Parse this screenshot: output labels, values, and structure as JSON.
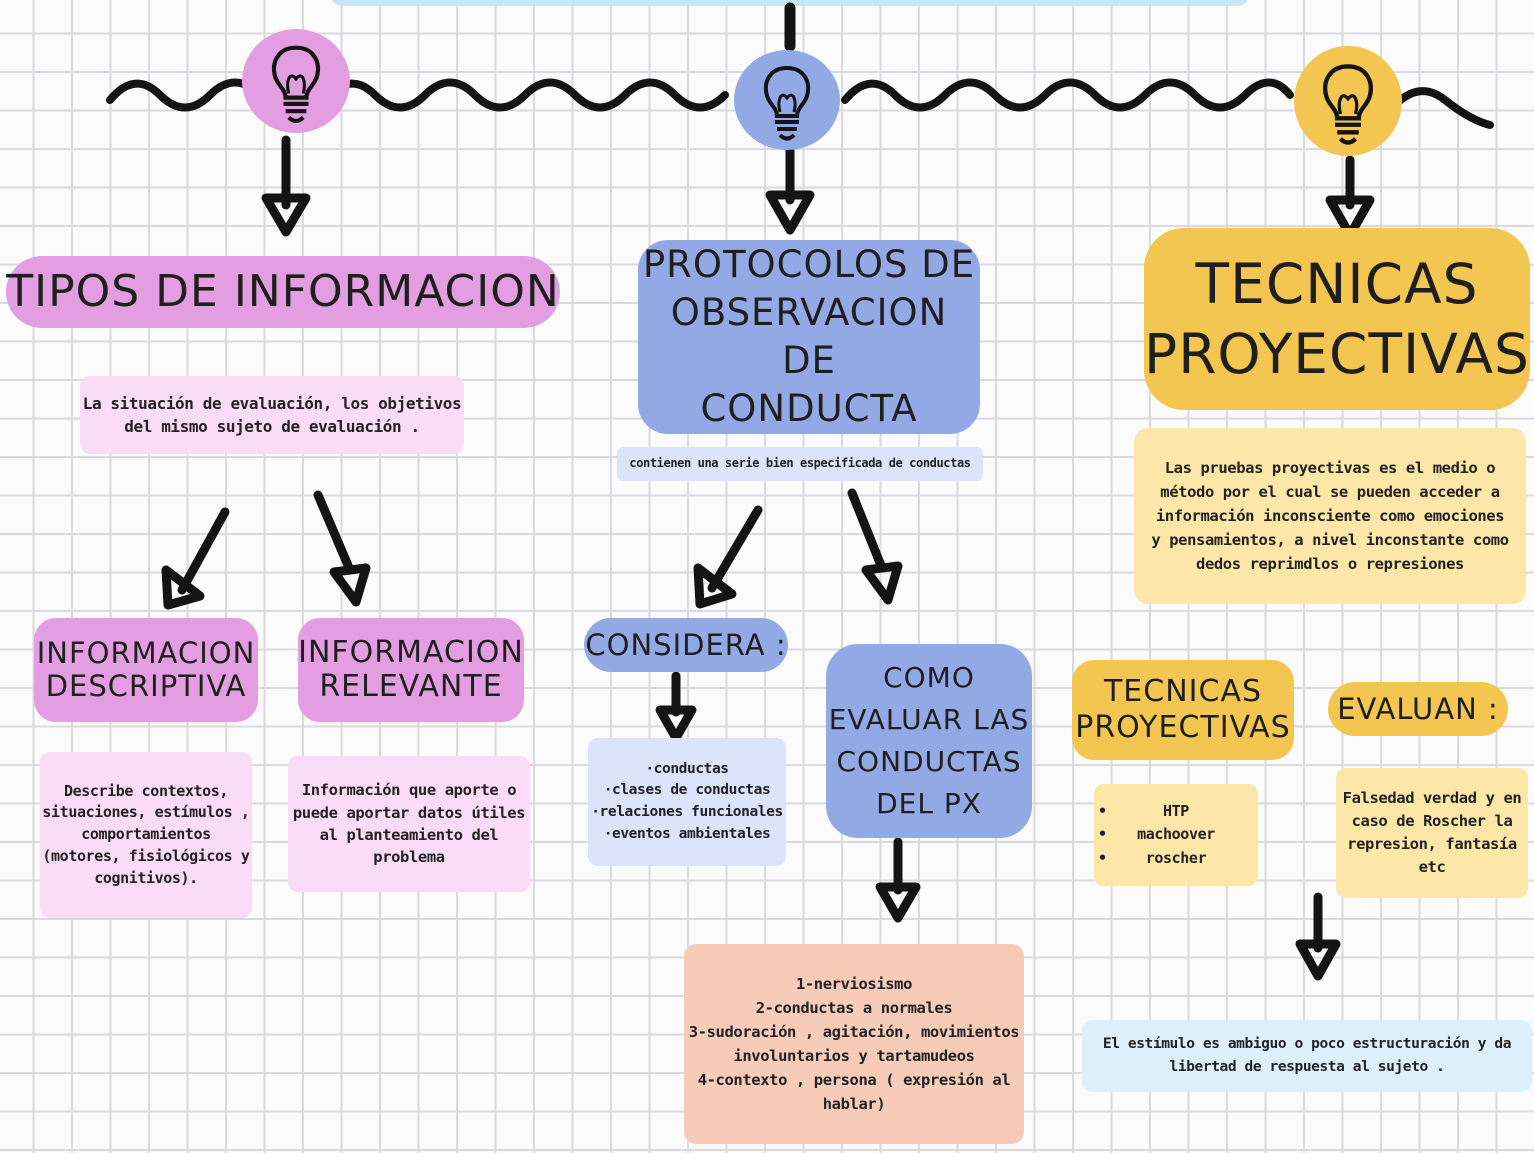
{
  "colors": {
    "pink_strong": "#e29ee0",
    "pink_soft": "#fbdcf7",
    "blue_strong": "#93a9e6",
    "blue_soft": "#dbe4fb",
    "yellow_strong": "#f3c652",
    "yellow_soft": "#fce7a9",
    "peach": "#f6cbb7",
    "sky": "#deeffc",
    "stroke": "#141414"
  },
  "bulbs": [
    {
      "icon": "lightbulb-icon",
      "color": "#e29ee0"
    },
    {
      "icon": "lightbulb-icon",
      "color": "#93a9e6"
    },
    {
      "icon": "lightbulb-icon",
      "color": "#f3c652"
    }
  ],
  "tipos": {
    "title": "TIPOS DE INFORMACION",
    "desc": [
      "La situación de evaluación, los objetivos",
      "del mismo sujeto de evaluación ."
    ],
    "descriptiva_title": [
      "INFORMACION",
      "DESCRIPTIVA"
    ],
    "descriptiva_text": [
      "Describe contextos,",
      "situaciones, estímulos ,",
      "comportamientos",
      "(motores, fisiológicos y",
      "cognitivos)."
    ],
    "relevante_title": [
      "INFORMACION",
      "RELEVANTE"
    ],
    "relevante_text": [
      "Información que aporte o",
      "puede aportar datos útiles",
      "al planteamiento del",
      "problema"
    ]
  },
  "protocolos": {
    "title": [
      "PROTOCOLOS DE",
      "OBSERVACION DE",
      "CONDUCTA"
    ],
    "desc": "contienen una serie bien especificada de conductas",
    "considera_title": "CONSIDERA :",
    "considera_items": [
      "·conductas",
      "·clases de conductas",
      "·relaciones funcionales",
      "·eventos ambientales"
    ],
    "como_title": [
      "COMO",
      "EVALUAR LAS",
      "CONDUCTAS",
      "DEL PX"
    ],
    "como_items": [
      "1-nerviosismo",
      "2-conductas a normales",
      "3-sudoración , agitación, movimientos",
      "involuntarios y tartamudeos",
      "4-contexto , persona ( expresión al",
      "hablar)"
    ]
  },
  "tecnicas": {
    "title": [
      "TECNICAS",
      "PROYECTIVAS"
    ],
    "desc": [
      "Las pruebas proyectivas es el medio o",
      "método por el cual se pueden acceder a",
      "información inconsciente como emociones",
      "y pensamientos, a nivel inconstante como",
      "dedos reprimdlos o represiones"
    ],
    "sub_title": [
      "TECNICAS",
      "PROYECTIVAS"
    ],
    "list": [
      "HTP",
      "machoover",
      "roscher"
    ],
    "evaluan_title": "EVALUAN :",
    "evaluan_text": [
      "Falsedad verdad y en",
      "caso de Roscher la",
      "represion, fantasía",
      "etc"
    ],
    "final_text": [
      "El estímulo es ambiguo o poco estructuración y da",
      "libertad de respuesta al sujeto ."
    ]
  }
}
